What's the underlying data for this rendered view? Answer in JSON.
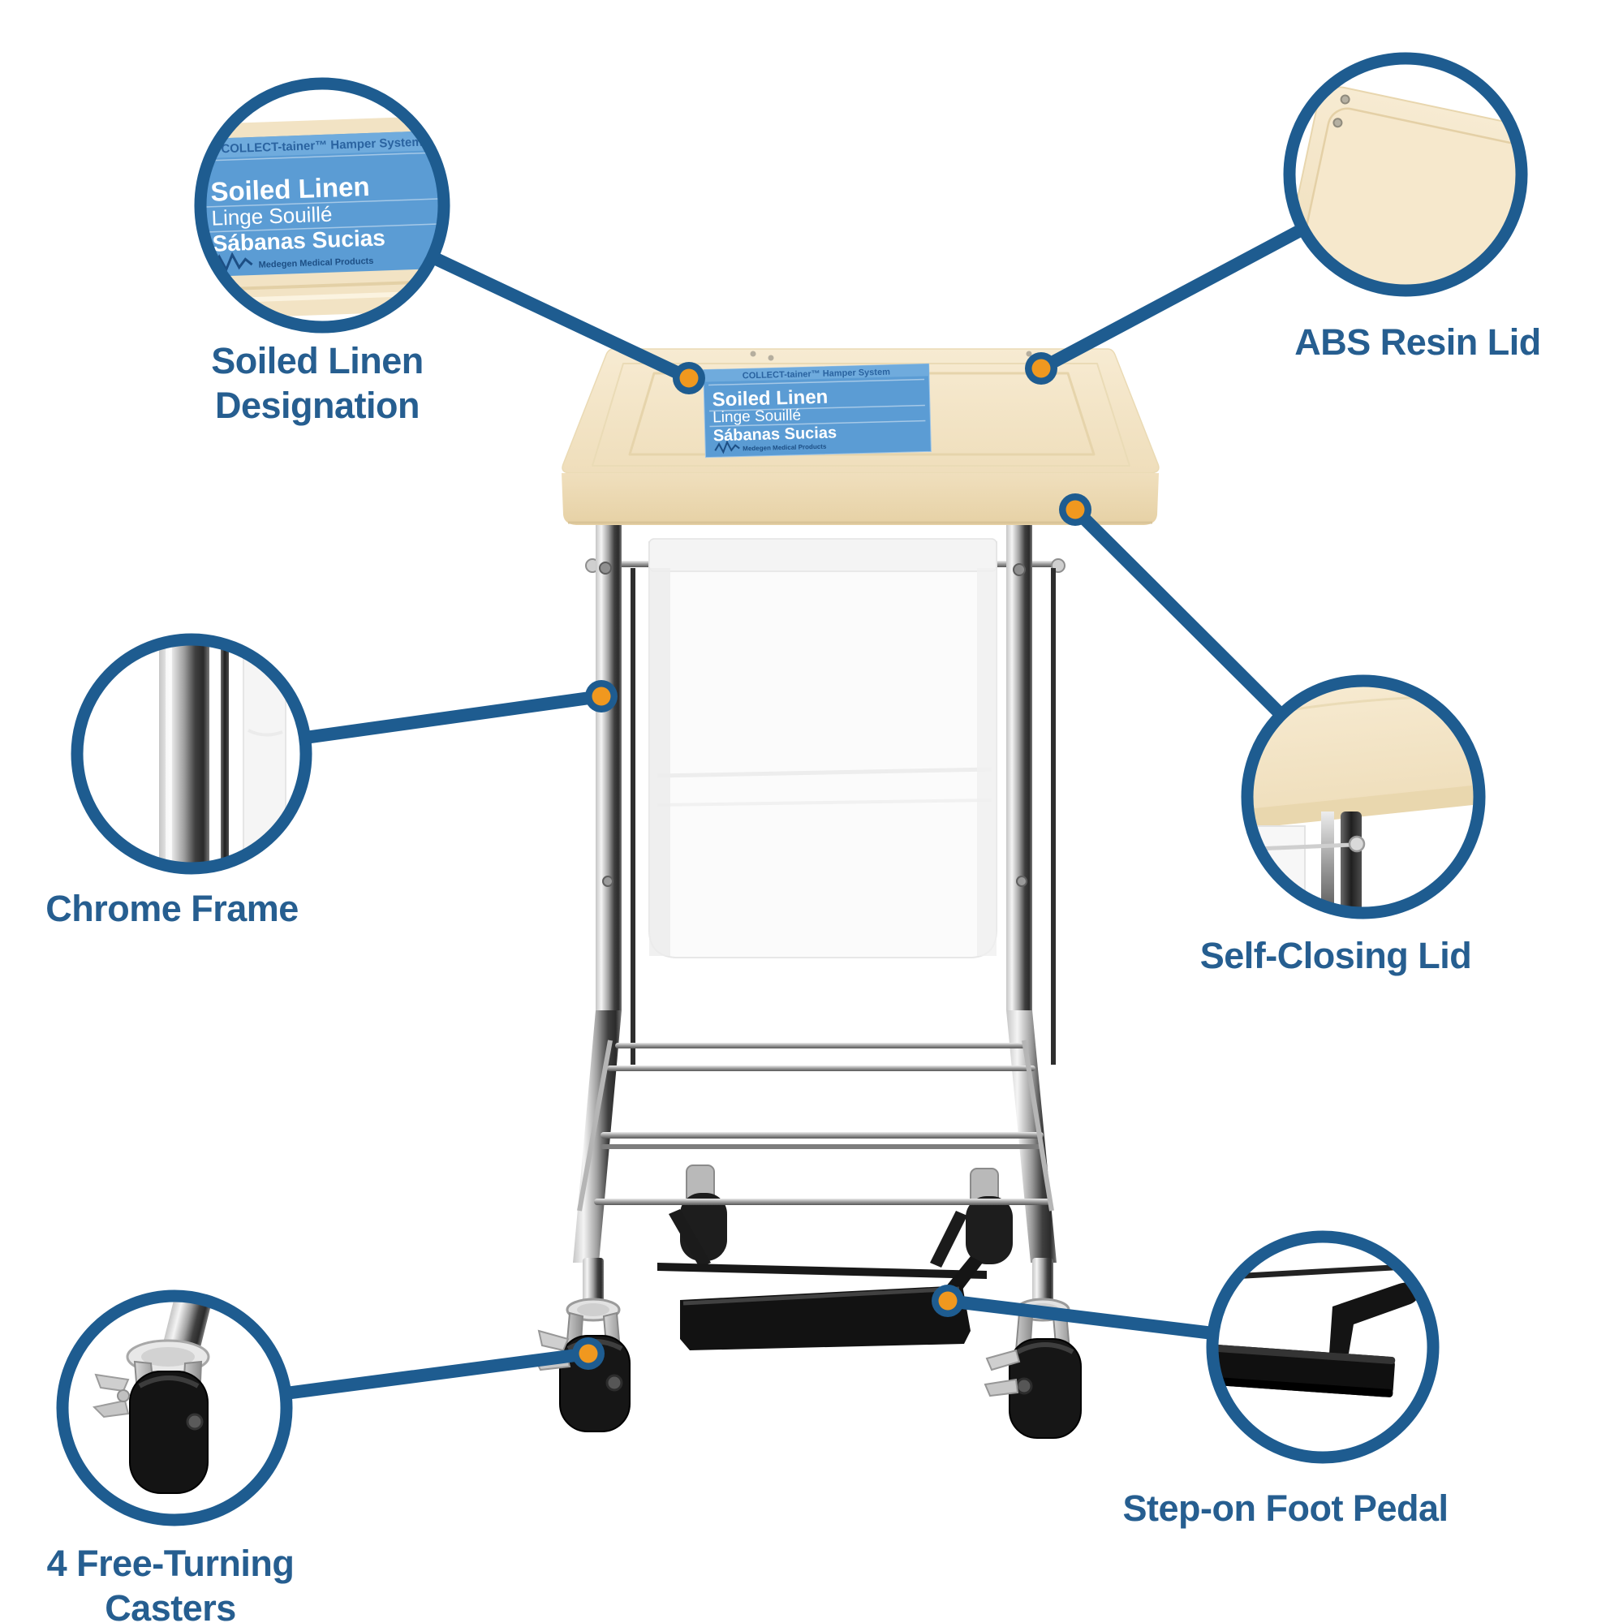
{
  "colors": {
    "accent_blue": "#1E5C90",
    "label_text_blue": "#265E90",
    "callout_orange": "#F0981F",
    "lid_cream": "#F3E4C6",
    "label_panel_blue": "#5B9CD4"
  },
  "product_label": {
    "header": "COLLECT-tainer™ Hamper System",
    "line_en": "Soiled Linen",
    "line_fr": "Linge Souillé",
    "line_es": "Sábanas Sucias",
    "brand": "Medegen Medical Products"
  },
  "callouts": {
    "soiled_linen": {
      "line1": "Soiled Linen",
      "line2": "Designation"
    },
    "abs_lid": {
      "label": "ABS Resin Lid"
    },
    "chrome_frame": {
      "label": "Chrome Frame"
    },
    "self_closing": {
      "label": "Self-Closing Lid"
    },
    "casters": {
      "line1": "4 Free-Turning",
      "line2": "Casters"
    },
    "pedal": {
      "label": "Step-on Foot Pedal"
    }
  }
}
